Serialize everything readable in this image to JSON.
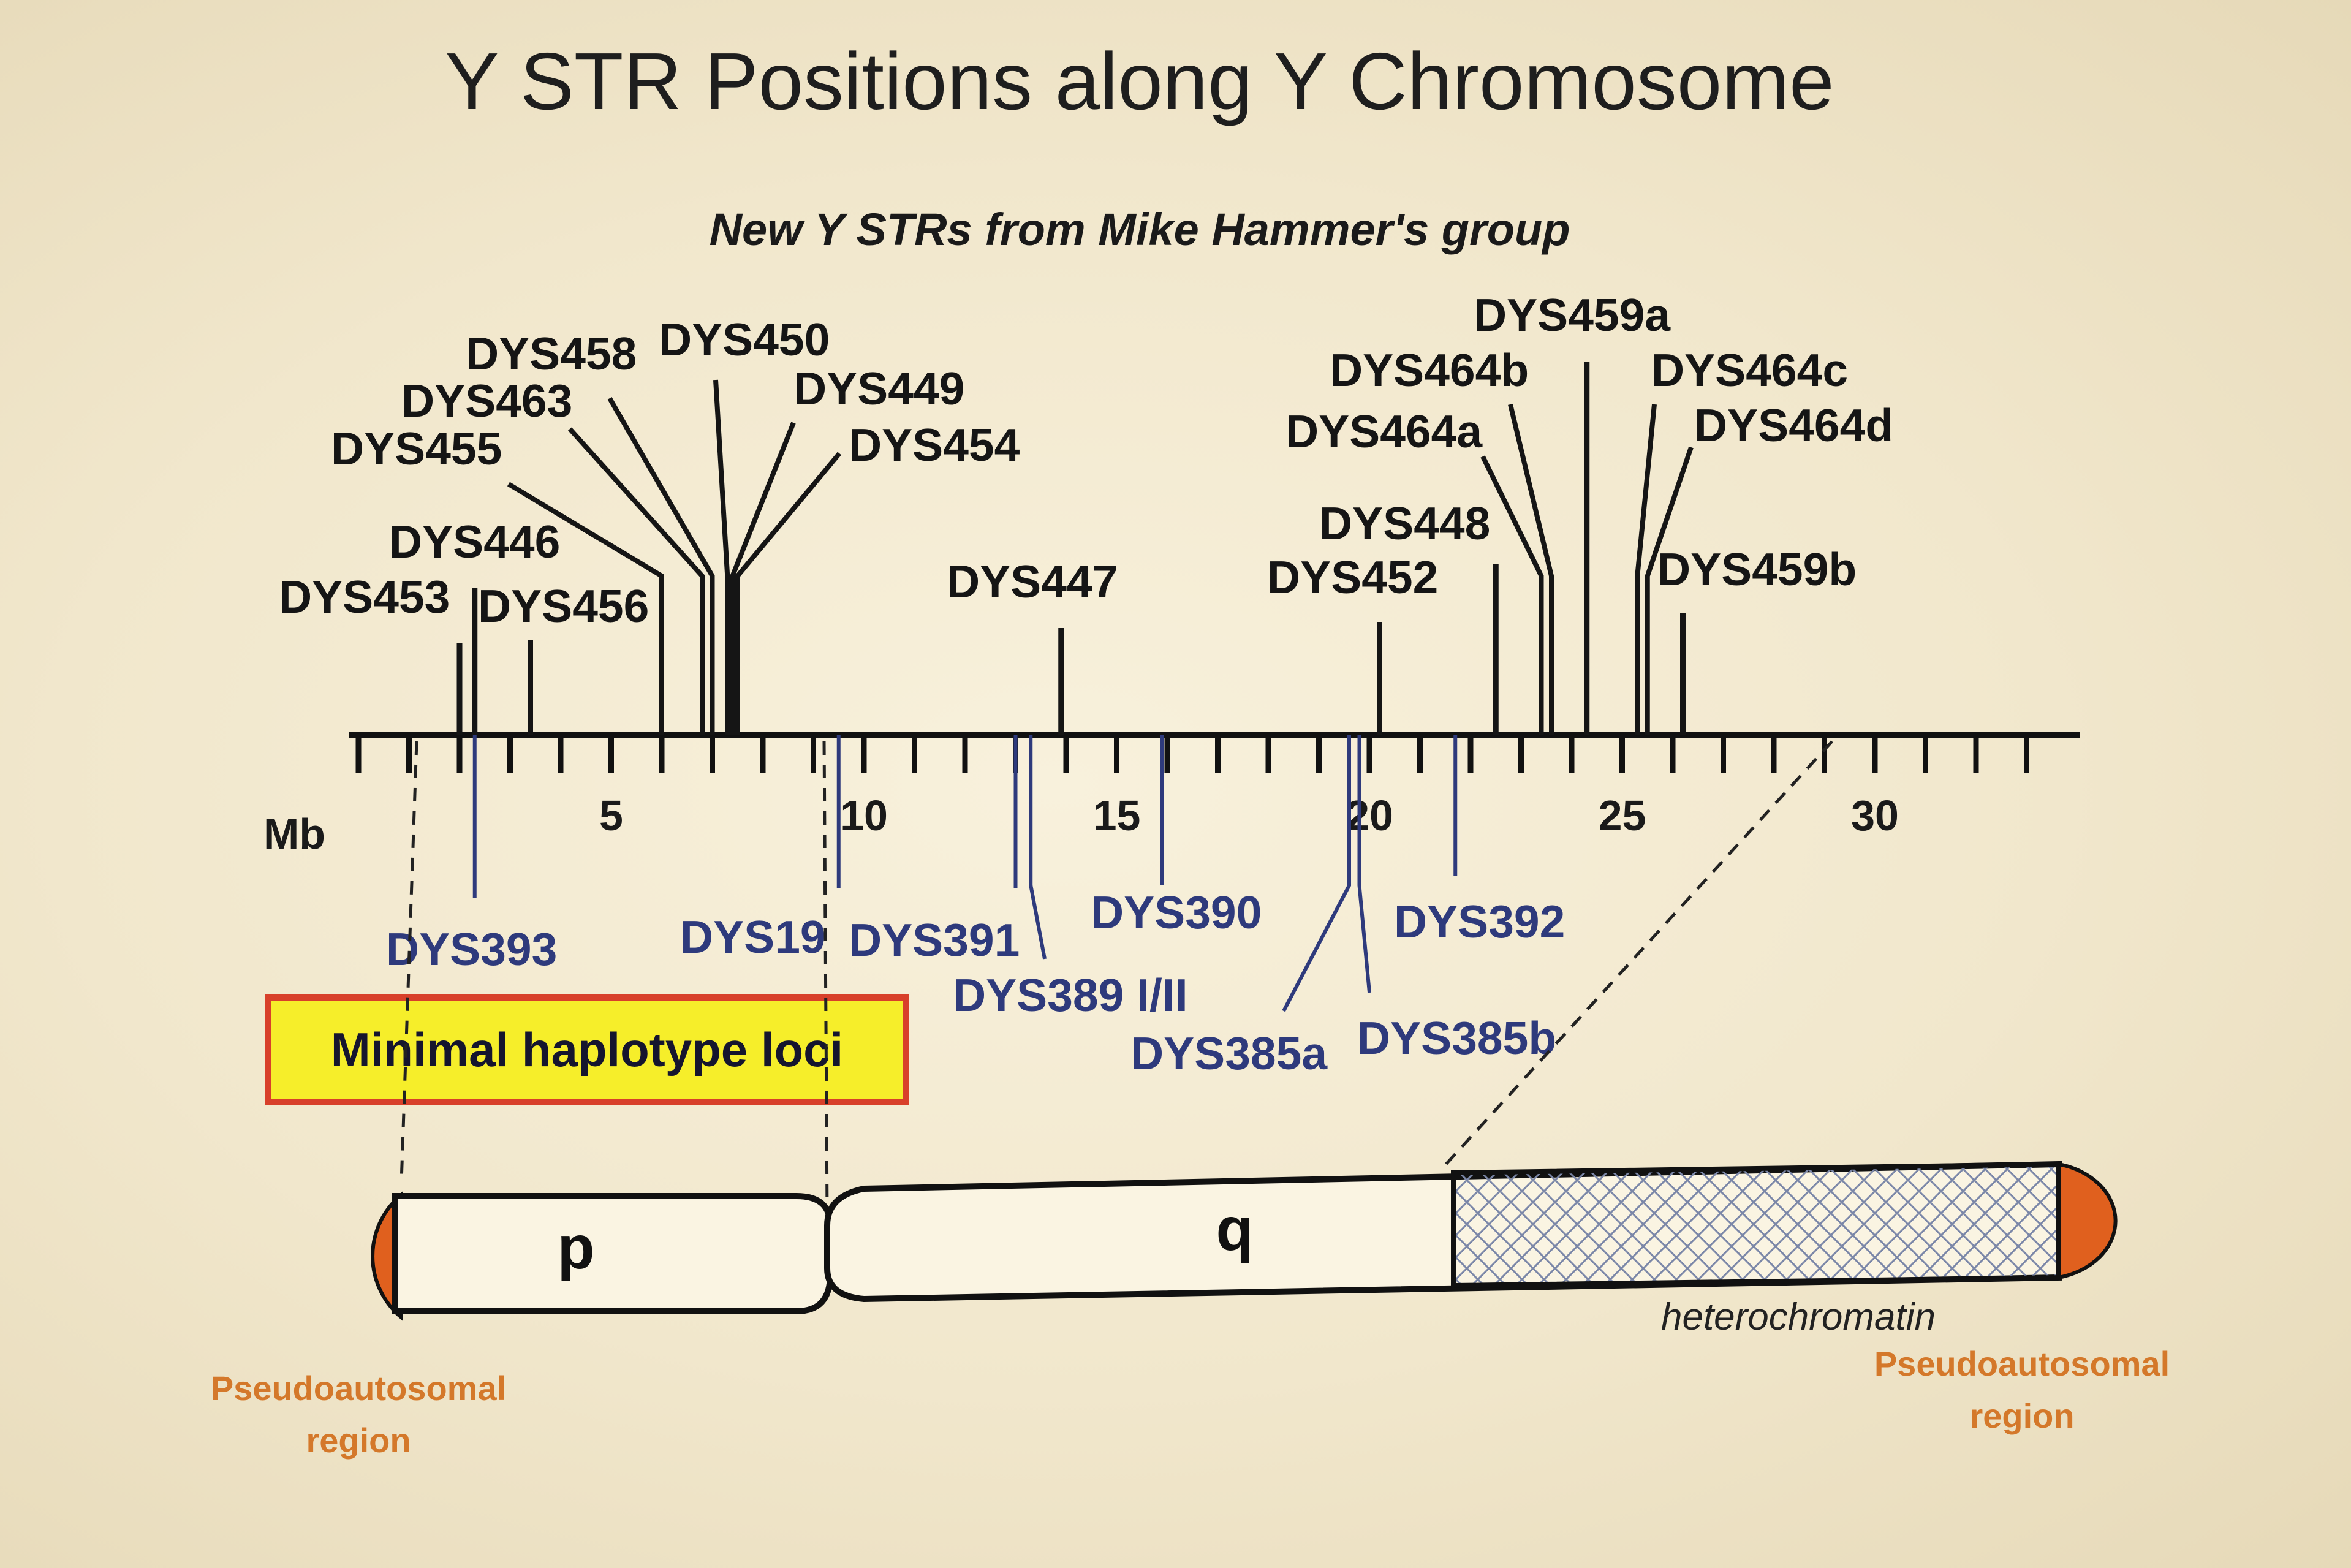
{
  "title": "Y STR Positions along Y Chromosome",
  "subtitle": "New Y STRs from Mike Hammer's group",
  "axis": {
    "unit_label": "Mb",
    "range_mb": [
      0,
      33
    ],
    "tick_step_mb": 1,
    "tick_labels": [
      5,
      10,
      15,
      20,
      25,
      30
    ]
  },
  "new_loci": [
    {
      "name": "DYS453",
      "mb": 2.0
    },
    {
      "name": "DYS446",
      "mb": 2.3
    },
    {
      "name": "DYS456",
      "mb": 3.4
    },
    {
      "name": "DYS455",
      "mb": 6.0
    },
    {
      "name": "DYS463",
      "mb": 6.8
    },
    {
      "name": "DYS458",
      "mb": 7.0
    },
    {
      "name": "DYS450",
      "mb": 7.3
    },
    {
      "name": "DYS449",
      "mb": 7.4
    },
    {
      "name": "DYS454",
      "mb": 7.5
    },
    {
      "name": "DYS447",
      "mb": 13.9
    },
    {
      "name": "DYS452",
      "mb": 20.2
    },
    {
      "name": "DYS448",
      "mb": 22.5
    },
    {
      "name": "DYS464a",
      "mb": 23.4
    },
    {
      "name": "DYS464b",
      "mb": 23.6
    },
    {
      "name": "DYS459a",
      "mb": 24.3
    },
    {
      "name": "DYS464c",
      "mb": 25.3
    },
    {
      "name": "DYS464d",
      "mb": 25.5
    },
    {
      "name": "DYS459b",
      "mb": 26.2
    }
  ],
  "minimal_loci": [
    {
      "name": "DYS393",
      "mb": 2.3
    },
    {
      "name": "DYS19",
      "mb": 9.5
    },
    {
      "name": "DYS391",
      "mb": 13.0
    },
    {
      "name": "DYS389 I/II",
      "mb": 13.3
    },
    {
      "name": "DYS390",
      "mb": 15.9
    },
    {
      "name": "DYS385a",
      "mb": 19.6
    },
    {
      "name": "DYS385b",
      "mb": 19.8
    },
    {
      "name": "DYS392",
      "mb": 21.7
    }
  ],
  "minimal_box_label": "Minimal haplotype loci",
  "chromosome": {
    "p_label": "p",
    "q_label": "q",
    "heterochromatin_label": "heterochromatin",
    "pseudoautosomal_left": [
      "Pseudoautosomal",
      "region"
    ],
    "pseudoautosomal_right": [
      "Pseudoautosomal",
      "region"
    ]
  },
  "colors": {
    "new_loci": "#151515",
    "minimal_loci": "#2e3a7c",
    "pseudoautosomal": "#e0601e",
    "minbox_fill": "#f6ee2a",
    "minbox_border": "#d8402a"
  }
}
